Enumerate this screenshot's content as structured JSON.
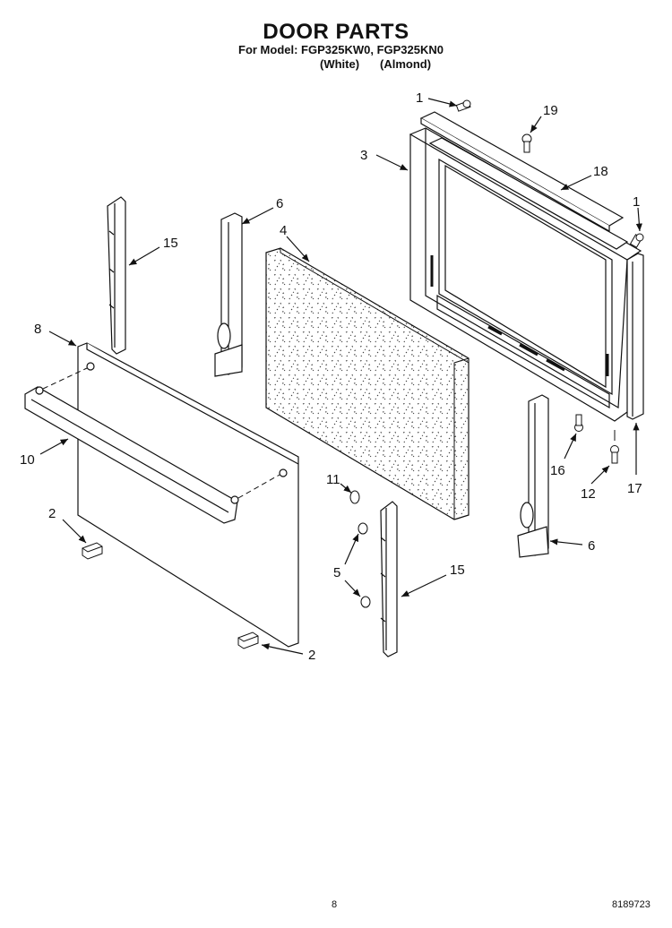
{
  "header": {
    "title": "DOOR PARTS",
    "model_line": "For Model: FGP325KW0, FGP325KN0",
    "color_white": "(White)",
    "color_almond": "(Almond)"
  },
  "callouts": [
    {
      "id": "c1a",
      "num": "1"
    },
    {
      "id": "c19",
      "num": "19"
    },
    {
      "id": "c3",
      "num": "3"
    },
    {
      "id": "c18",
      "num": "18"
    },
    {
      "id": "c6a",
      "num": "6"
    },
    {
      "id": "c1b",
      "num": "1"
    },
    {
      "id": "c15a",
      "num": "15"
    },
    {
      "id": "c4",
      "num": "4"
    },
    {
      "id": "c8",
      "num": "8"
    },
    {
      "id": "c10",
      "num": "10"
    },
    {
      "id": "c11",
      "num": "11"
    },
    {
      "id": "c16",
      "num": "16"
    },
    {
      "id": "c12",
      "num": "12"
    },
    {
      "id": "c17",
      "num": "17"
    },
    {
      "id": "c2a",
      "num": "2"
    },
    {
      "id": "c6b",
      "num": "6"
    },
    {
      "id": "c5",
      "num": "5"
    },
    {
      "id": "c15b",
      "num": "15"
    },
    {
      "id": "c2b",
      "num": "2"
    }
  ],
  "footer": {
    "page_number": "8",
    "doc_number": "8189723"
  }
}
